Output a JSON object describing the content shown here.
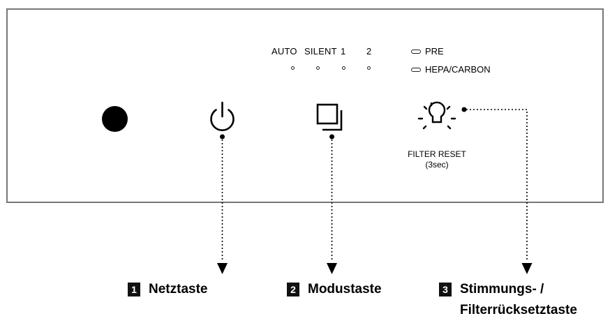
{
  "modes": {
    "auto": "AUTO",
    "silent": "SILENT",
    "one": "1",
    "two": "2"
  },
  "filters": {
    "pre": "PRE",
    "hepa": "HEPA/CARBON"
  },
  "reset": {
    "line1": "FILTER RESET",
    "line2": "(3sec)"
  },
  "callouts": [
    {
      "num": "1",
      "label": "Netztaste"
    },
    {
      "num": "2",
      "label": "Modustaste"
    },
    {
      "num": "3",
      "line1": "Stimmungs- /",
      "line2": "Filterrücksetztaste"
    }
  ]
}
